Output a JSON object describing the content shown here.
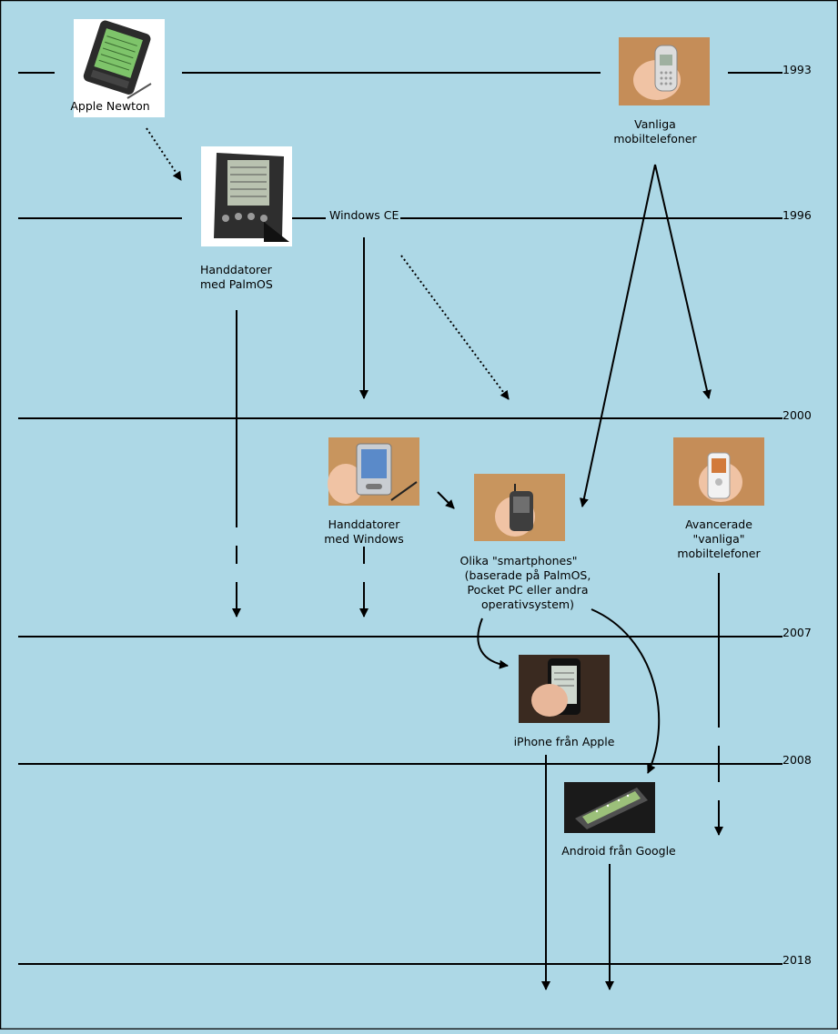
{
  "colors": {
    "background": "#add8e6",
    "line": "#000000",
    "photo_wood": "#c7925a",
    "photo_white": "#ffffff"
  },
  "years": [
    "1993",
    "1996",
    "2000",
    "2007",
    "2008",
    "2018"
  ],
  "nodes": {
    "apple_newton": {
      "label": "Apple Newton",
      "icon": "apple-newton-photo-icon"
    },
    "palmos": {
      "label_lines": [
        "Handdatorer",
        "med PalmOS"
      ],
      "icon": "palm-device-photo-icon"
    },
    "windows_ce": {
      "label": "Windows CE"
    },
    "mobile_phones": {
      "label_lines": [
        "Vanliga",
        "mobiltelefoner"
      ],
      "icon": "mobile-phone-photo-icon"
    },
    "windows_pda": {
      "label_lines": [
        "Handdatorer",
        "med Windows"
      ],
      "icon": "pocket-pc-photo-icon"
    },
    "smartphones": {
      "label_lines": [
        "Olika \"smartphones\"",
        "(baserade på PalmOS,",
        "Pocket PC eller andra",
        "operativsystem)"
      ],
      "icon": "smartphone-photo-icon"
    },
    "advanced_phones": {
      "label_lines": [
        "Avancerade",
        "\"vanliga\"",
        "mobiltelefoner"
      ],
      "icon": "advanced-phone-photo-icon"
    },
    "iphone": {
      "label": "iPhone från Apple",
      "icon": "iphone-photo-icon"
    },
    "android": {
      "label": "Android från Google",
      "icon": "android-phone-photo-icon"
    }
  }
}
